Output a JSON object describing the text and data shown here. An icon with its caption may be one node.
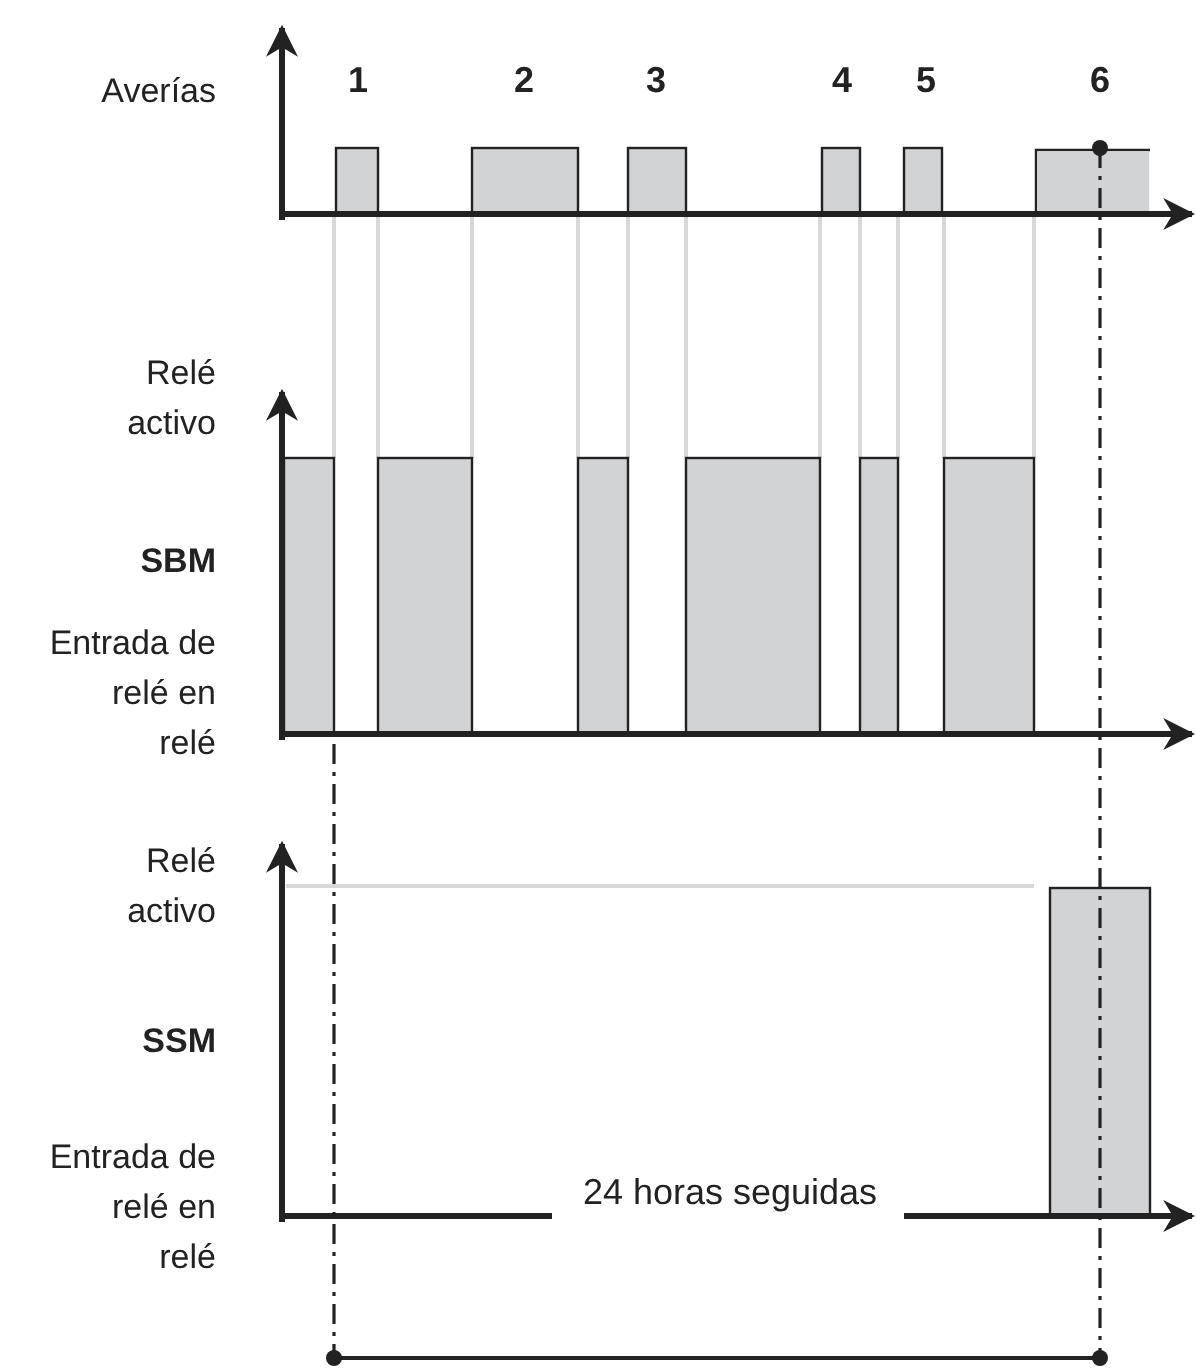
{
  "diagram": {
    "labels": [
      "Averías",
      "1",
      "2",
      "3",
      "4",
      "5",
      "6",
      "Relé activo",
      "SBM",
      "Entrada de relé en relé",
      "Relé activo",
      "SSM",
      "Entrada de relé en relé",
      "24 horas seguidas"
    ]
  }
}
